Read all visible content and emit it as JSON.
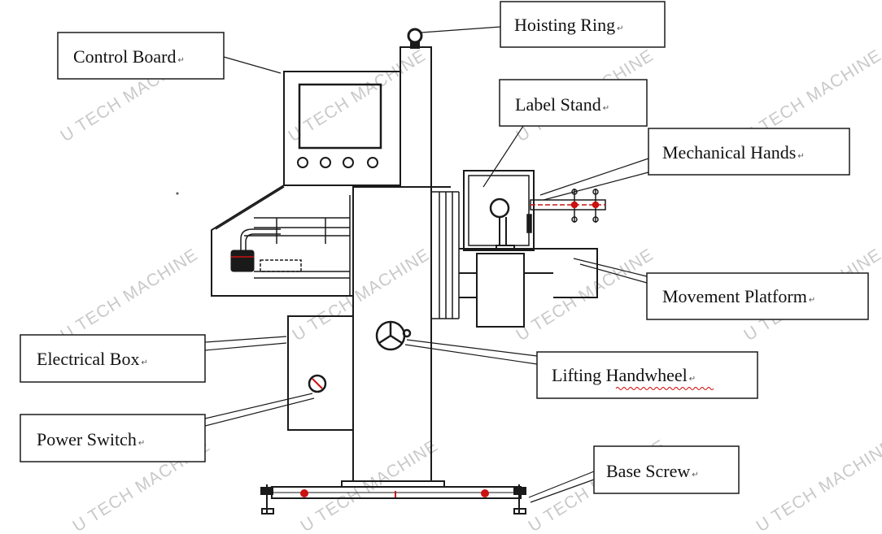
{
  "labels": {
    "hoisting_ring": "Hoisting Ring",
    "control_board": "Control Board",
    "label_stand": "Label Stand",
    "mechanical_hands": "Mechanical Hands",
    "movement_platform": "Movement Platform",
    "electrical_box": "Electrical Box",
    "lifting_handwheel": "Lifting Handwheel",
    "power_switch": "Power Switch",
    "base_screw": "Base Screw"
  },
  "paragraph_mark": "↵",
  "watermark": "U TECH MACHINE",
  "colors": {
    "line": "#1a1a1a",
    "accent_red": "#cc1111",
    "watermark": "#c9c9c9",
    "spellcheck": "#d40000"
  }
}
